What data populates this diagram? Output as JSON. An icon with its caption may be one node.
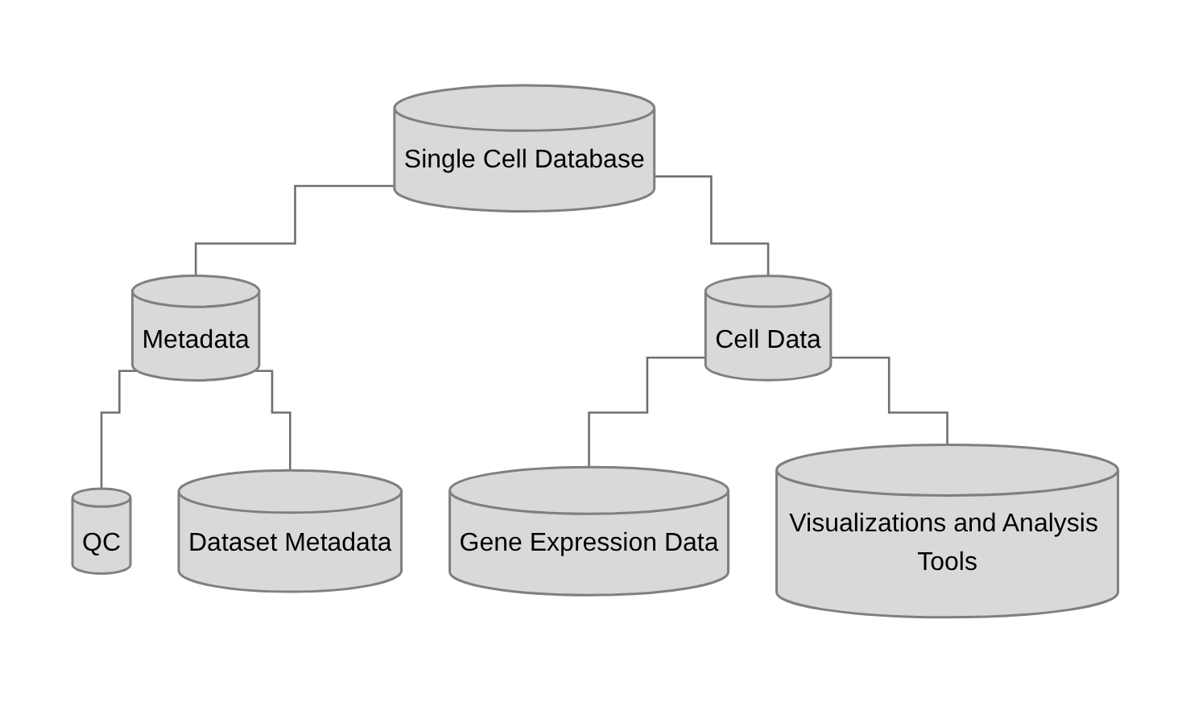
{
  "diagram": {
    "nodes": [
      {
        "text": [
          "Single Cell Database"
        ]
      },
      {
        "text": [
          "Metadata"
        ]
      },
      {
        "text": [
          "Cell Data"
        ]
      },
      {
        "text": [
          "QC"
        ]
      },
      {
        "text": [
          "Dataset Metadata"
        ]
      },
      {
        "text": [
          "Gene Expression Data"
        ]
      },
      {
        "text": [
          "Visualizations and Analysis Tools"
        ]
      }
    ],
    "edges": [
      {
        "from": 0,
        "to": 1,
        "arrow": "none"
      },
      {
        "from": 0,
        "to": 2,
        "arrow": "none"
      },
      {
        "from": 1,
        "to": 3,
        "arrow": "none"
      },
      {
        "from": 1,
        "to": 4,
        "arrow": "none"
      },
      {
        "from": 2,
        "to": 5,
        "arrow": "none"
      },
      {
        "from": 2,
        "to": 6,
        "arrow": "none"
      }
    ]
  }
}
